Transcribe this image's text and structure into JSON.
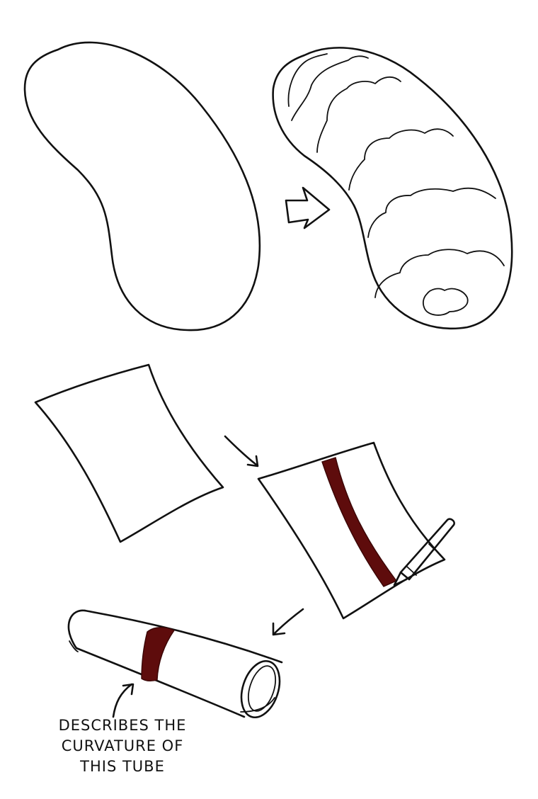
{
  "annotation": {
    "lines": [
      "DESCRIBES THE",
      "CURVATURE OF",
      "THIS TUBE"
    ]
  },
  "colors": {
    "ink": "#111111",
    "stripe": "#5e0c0c",
    "background": "#ffffff"
  }
}
